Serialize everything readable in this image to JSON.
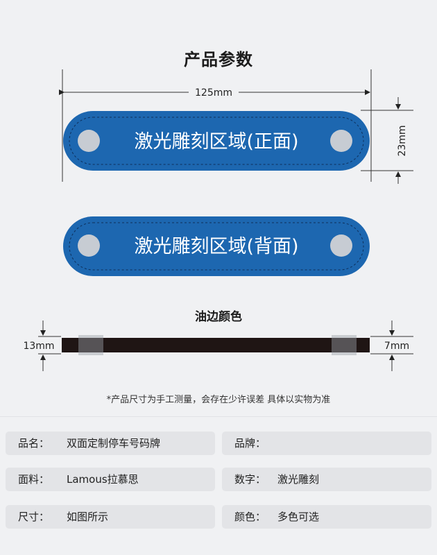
{
  "title": "产品参数",
  "tags": {
    "width_label": "125mm",
    "height_label": "23mm",
    "front_label": "激光雕刻区域(正面)",
    "back_label": "激光雕刻区域(背面)",
    "tag_color": "#1d67b0",
    "hole_color": "#c7ccd3"
  },
  "edge": {
    "title": "油边颜色",
    "left_label": "13mm",
    "right_label": "7mm",
    "bar_color": "#1f1514"
  },
  "note": "*产品尺寸为手工测量，会存在少许误差 具体以实物为准",
  "specs": [
    {
      "key": "品名：",
      "value": "双面定制停车号码牌"
    },
    {
      "key": "品牌：",
      "value": ""
    },
    {
      "key": "面料：",
      "value": "Lamous拉慕思"
    },
    {
      "key": "数字：",
      "value": "激光雕刻"
    },
    {
      "key": "尺寸：",
      "value": "如图所示"
    },
    {
      "key": "颜色：",
      "value": "多色可选"
    }
  ]
}
